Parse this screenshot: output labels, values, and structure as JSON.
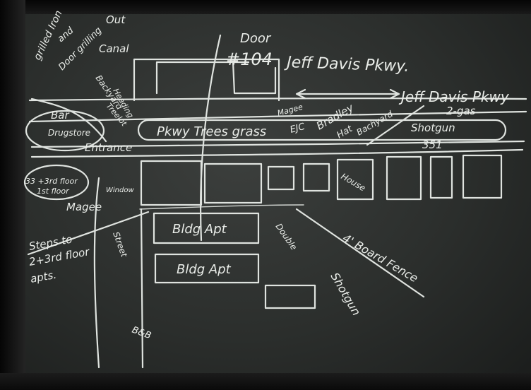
{
  "labels": {
    "out": "Out",
    "canal": "Canal",
    "grilled_iron": "grilled Iron",
    "and": "and",
    "door_grilling": "Door grilling",
    "door": "Door",
    "door_number": "#104",
    "jeff_davis_top": "Jeff Davis Pkwy.",
    "jeff_davis_right": "Jeff Davis Pkwy",
    "two_gas": "2-gas",
    "backyard": "Backyard",
    "heading": "Heading",
    "tree_lot": "Treelot",
    "bar": "Bar",
    "drugstore": "Drugstore",
    "entrance": "Entrance",
    "pkwy_trees_grass": "Pkwy Trees grass",
    "magee": "Magee",
    "ejc": "EJC",
    "bradley": "Bradley",
    "hat": "Hat",
    "backyard_right": "Bachyard",
    "shotgun_top": "Shotgun",
    "number_351": "351",
    "floor_note": "33 +3rd floor",
    "floor_note_2": "1st floor",
    "magee_left": "Magee",
    "window": "Window",
    "house": "House",
    "bldg_apt_1": "Bldg Apt",
    "bldg_apt_2": "Bldg Apt",
    "steps": "Steps to",
    "steps_2": "2+3rd floor",
    "steps_3": "apts.",
    "board_fence": "4' Board Fence",
    "shotgun_bottom": "Shotgun",
    "double": "Double",
    "street": "Street",
    "bottom_note": "B&B"
  },
  "colors": {
    "board": "#2f3230",
    "chalk": "#e9ece8",
    "frame": "#0b0b0b"
  }
}
